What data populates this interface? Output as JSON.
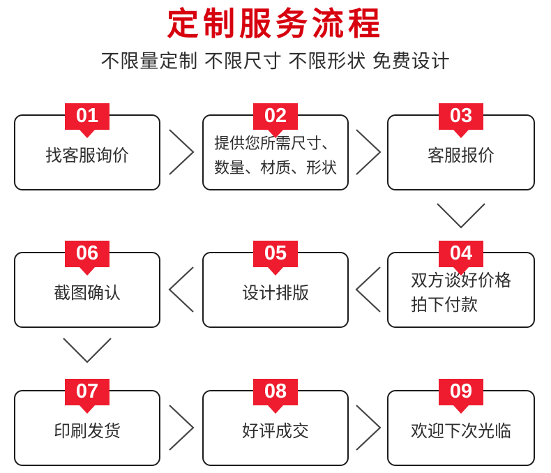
{
  "header": {
    "title": "定制服务流程",
    "subtitle": "不限量定制 不限尺寸 不限形状 免费设计"
  },
  "colors": {
    "badge-red": "#ee1c2e",
    "title-red": "#d7000f",
    "box-border": "#1b1b1b",
    "text-dark": "#2d2d2d",
    "arrow-gray": "#444444"
  },
  "icons": {
    "arrow-right-icon": "chevron-right",
    "arrow-left-icon": "chevron-left",
    "arrow-down-icon": "chevron-down"
  },
  "flow": {
    "steps": [
      {
        "number": "01",
        "lines": [
          "找客服询价"
        ]
      },
      {
        "number": "02",
        "lines": [
          "提供您所需尺寸、",
          "数量、材质、形状"
        ]
      },
      {
        "number": "03",
        "lines": [
          "客服报价"
        ]
      },
      {
        "number": "04",
        "lines": [
          "双方谈好价格",
          "拍下付款"
        ]
      },
      {
        "number": "05",
        "lines": [
          "设计排版"
        ]
      },
      {
        "number": "06",
        "lines": [
          "截图确认"
        ]
      },
      {
        "number": "07",
        "lines": [
          "印刷发货"
        ]
      },
      {
        "number": "08",
        "lines": [
          "好评成交"
        ]
      },
      {
        "number": "09",
        "lines": [
          "欢迎下次光临"
        ]
      }
    ]
  }
}
